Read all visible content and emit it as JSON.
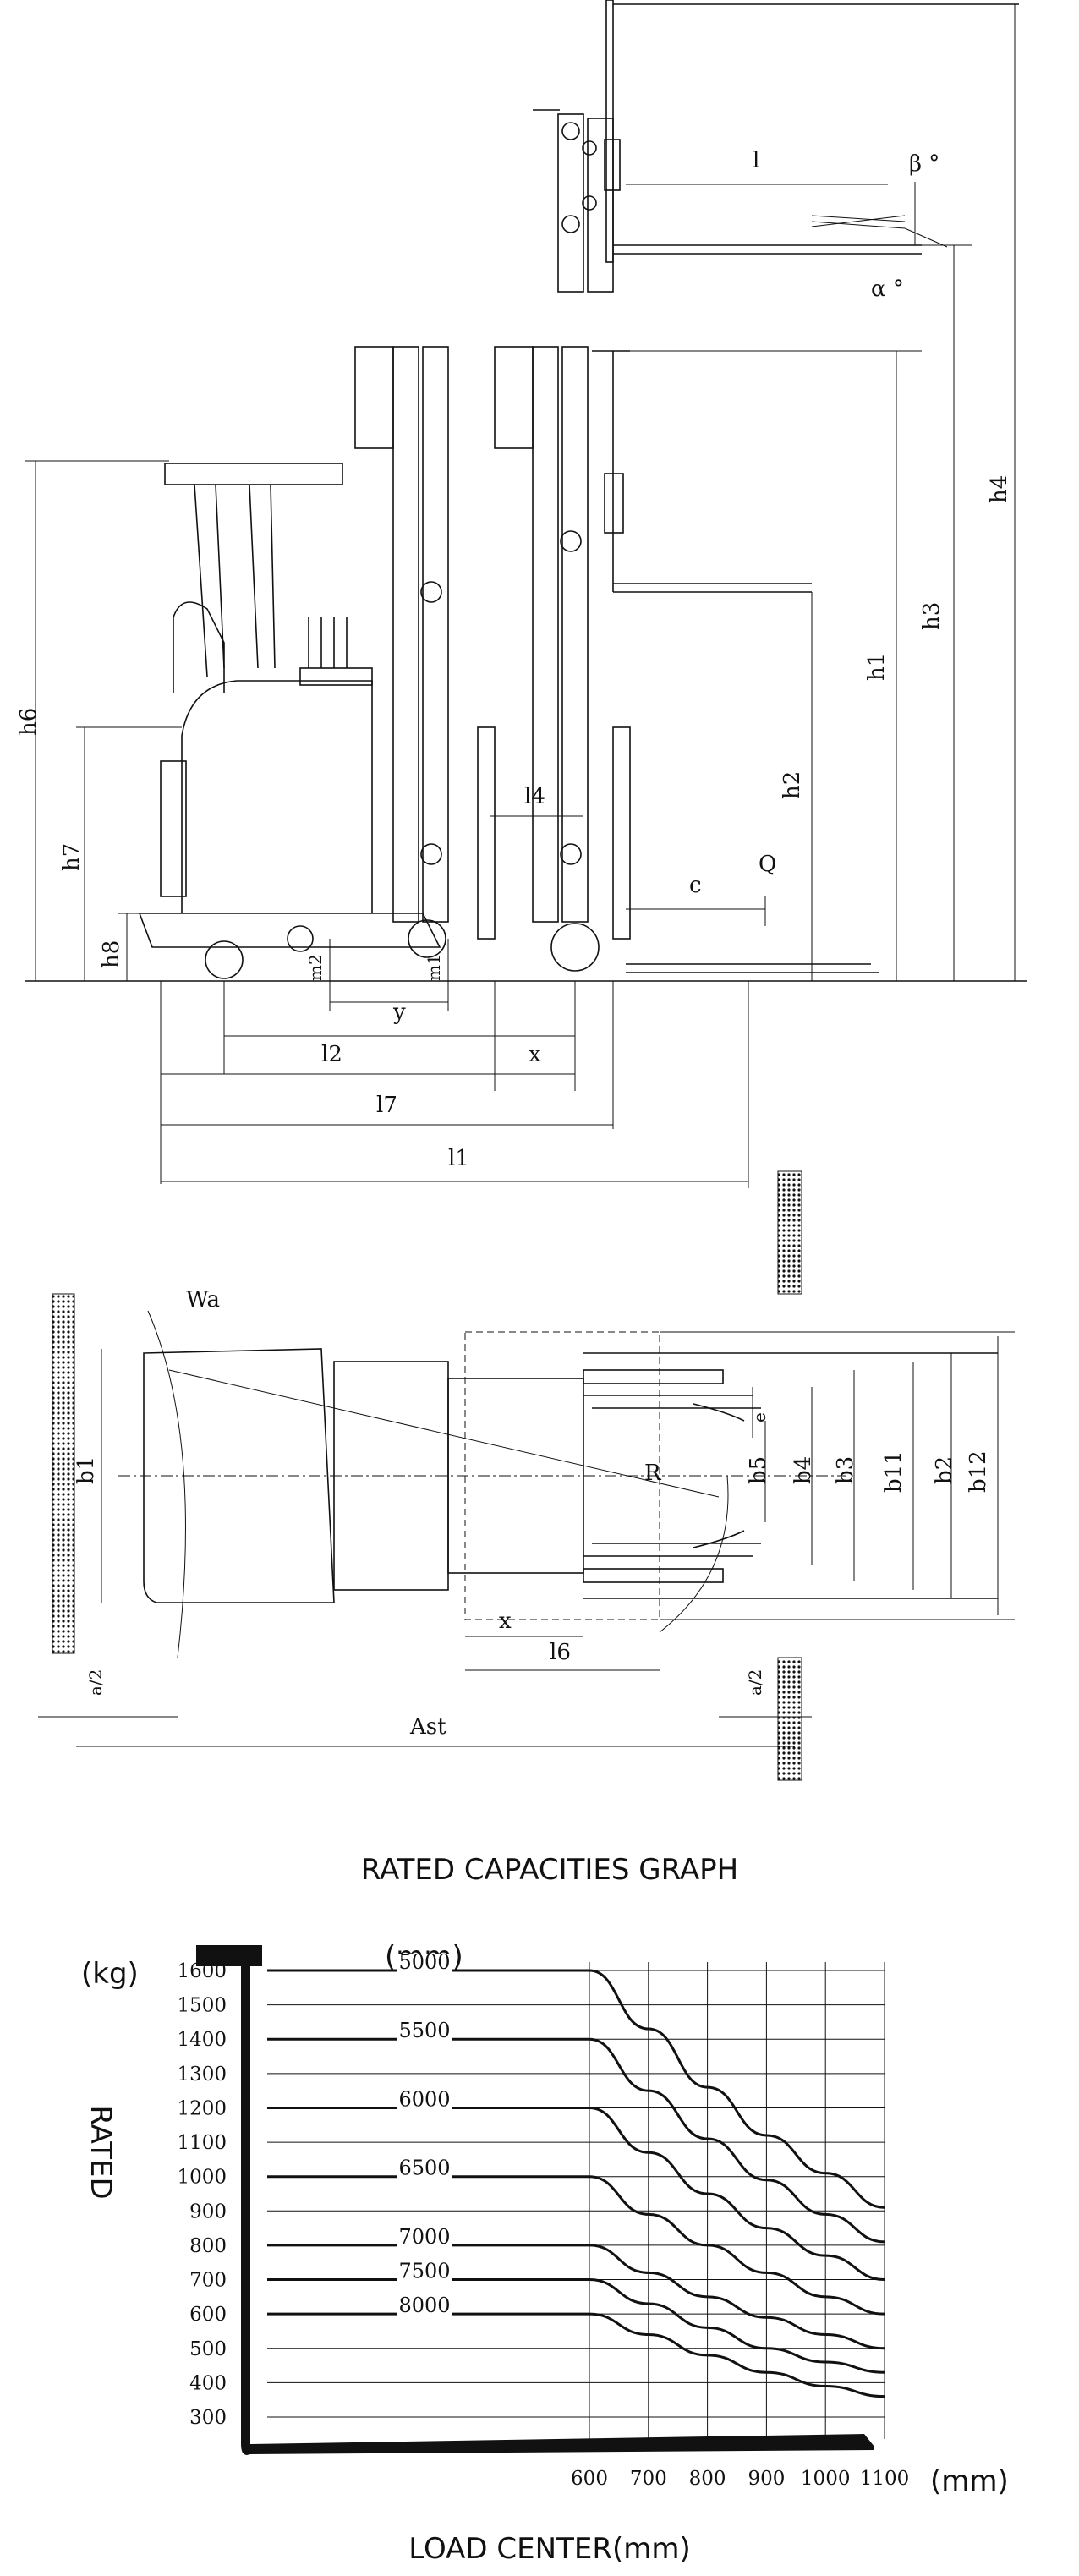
{
  "side_view": {
    "labels": {
      "l": "l",
      "beta": "β °",
      "alpha": "α °",
      "h1": "h1",
      "h2": "h2",
      "h3": "h3",
      "h4": "h4",
      "h6": "h6",
      "h7": "h7",
      "h8": "h8",
      "l4": "l4",
      "c": "c",
      "Q": "Q",
      "m2": "m2",
      "m1": "m1",
      "y": "y",
      "l2": "l2",
      "x": "x",
      "l7": "l7",
      "l1": "l1"
    }
  },
  "top_view": {
    "labels": {
      "Wa": "Wa",
      "R": "R",
      "e": "e",
      "b1": "b1",
      "b5": "b5",
      "b4": "b4",
      "b3": "b3",
      "b11": "b11",
      "b2": "b2",
      "b12": "b12",
      "x": "x",
      "l6": "l6",
      "a2_left": "a/2",
      "a2_right": "a/2",
      "Ast": "Ast"
    }
  },
  "chart_data": {
    "type": "line",
    "title": "RATED CAPACITIES GRAPH",
    "xlabel": "LOAD CENTER(mm)",
    "ylabel": "RATED",
    "y_unit": "(kg)",
    "x_unit": "(mm)",
    "series_unit": "(mm)",
    "x_ticks": [
      600,
      700,
      800,
      900,
      1000,
      1100
    ],
    "y_ticks": [
      1600,
      1500,
      1400,
      1300,
      1200,
      1100,
      1000,
      900,
      800,
      700,
      600,
      500,
      400,
      300
    ],
    "xlim": [
      600,
      1100
    ],
    "ylim": [
      300,
      1600
    ],
    "series": [
      {
        "name": "5000",
        "x": [
          600,
          700,
          800,
          900,
          1000,
          1100
        ],
        "values": [
          1600,
          1430,
          1260,
          1120,
          1010,
          910
        ]
      },
      {
        "name": "5500",
        "x": [
          600,
          700,
          800,
          900,
          1000,
          1100
        ],
        "values": [
          1400,
          1250,
          1110,
          990,
          890,
          810
        ]
      },
      {
        "name": "6000",
        "x": [
          600,
          700,
          800,
          900,
          1000,
          1100
        ],
        "values": [
          1200,
          1070,
          950,
          850,
          770,
          700
        ]
      },
      {
        "name": "6500",
        "x": [
          600,
          700,
          800,
          900,
          1000,
          1100
        ],
        "values": [
          1000,
          890,
          800,
          720,
          650,
          600
        ]
      },
      {
        "name": "7000",
        "x": [
          600,
          700,
          800,
          900,
          1000,
          1100
        ],
        "values": [
          800,
          720,
          650,
          590,
          540,
          500
        ]
      },
      {
        "name": "7500",
        "x": [
          600,
          700,
          800,
          900,
          1000,
          1100
        ],
        "values": [
          700,
          630,
          560,
          500,
          460,
          430
        ]
      },
      {
        "name": "8000",
        "x": [
          600,
          700,
          800,
          900,
          1000,
          1100
        ],
        "values": [
          600,
          540,
          480,
          430,
          390,
          360
        ]
      }
    ]
  }
}
